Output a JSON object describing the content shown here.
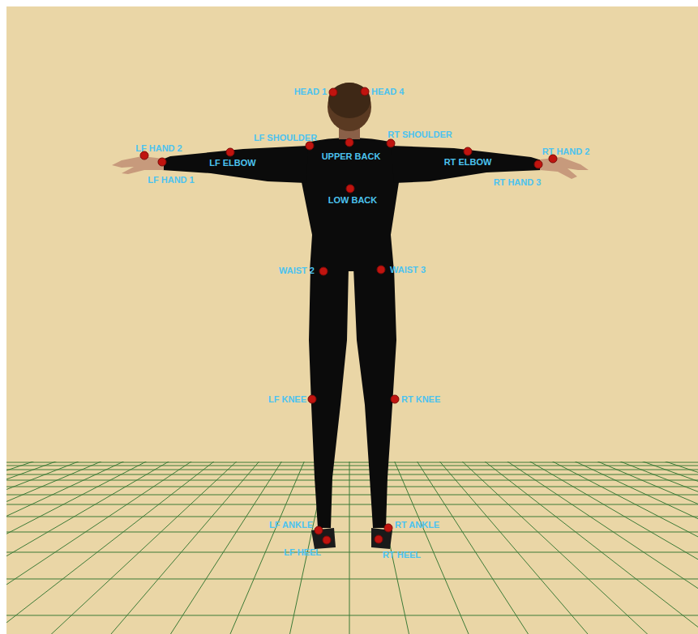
{
  "diagram": {
    "labels": [
      "HEAD 1",
      "HEAD 4",
      "LF SHOULDER",
      "RT SHOULDER",
      "UPPER BACK",
      "LF HAND 2",
      "LF ELBOW",
      "LF HAND 1",
      "RT ELBOW",
      "RT HAND 2",
      "RT HAND 3",
      "LOW BACK",
      "WAIST 2",
      "WAIST 3",
      "LF KNEE",
      "RT KNEE",
      "LF ANKLE",
      "RT ANKLE",
      "LF HEEL",
      "RT HEEL"
    ]
  }
}
